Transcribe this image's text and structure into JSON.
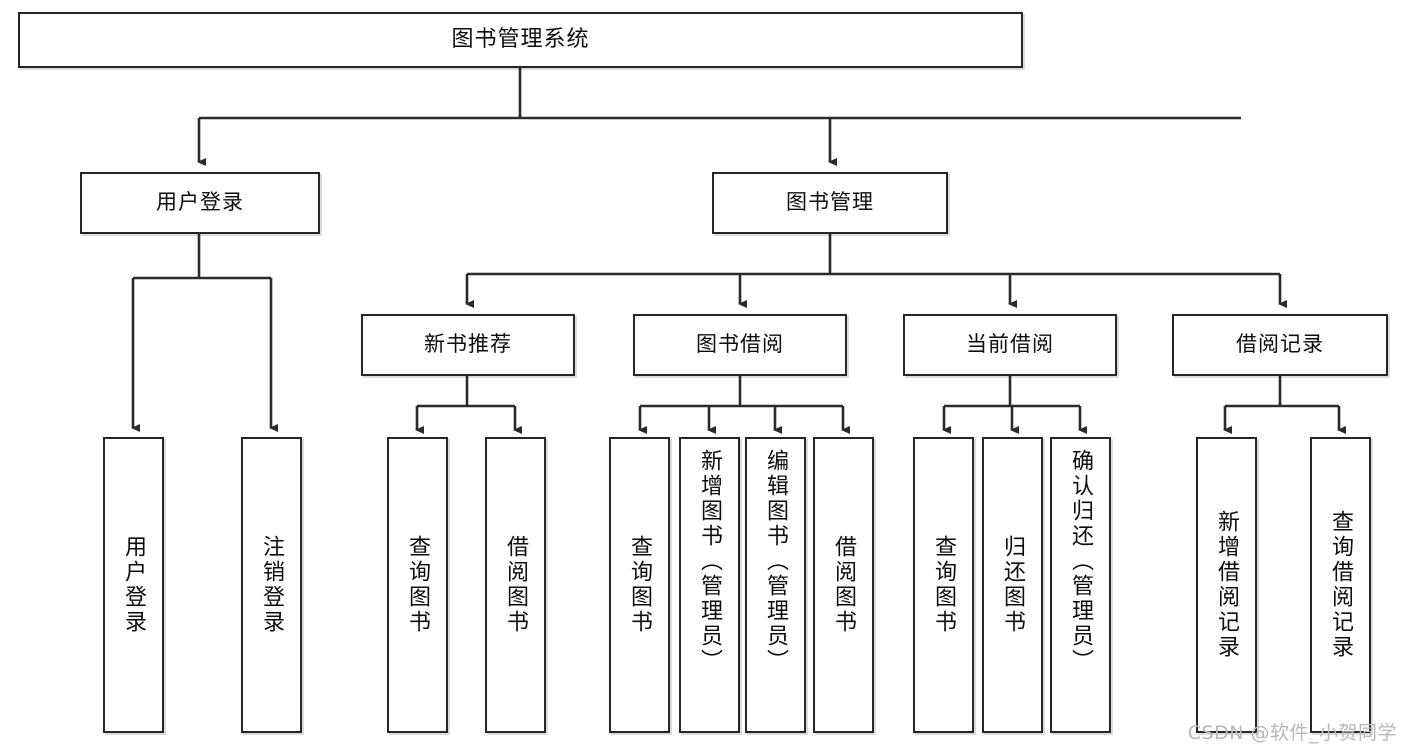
{
  "diagram": {
    "title": "图书管理系统",
    "type": "tree-hierarchy-chart",
    "watermark": "CSDN @软件_小贺同学",
    "colors": {
      "node_border": "#262626",
      "node_fill": "#ffffff",
      "edge": "#2b2b2b",
      "text": "#0d0d0d",
      "watermark": "#b8b8b8"
    },
    "root": {
      "label": "图书管理系统"
    },
    "level2": [
      {
        "id": "user-login",
        "label": "用户登录"
      },
      {
        "id": "book-manage",
        "label": "图书管理"
      }
    ],
    "level3": [
      {
        "id": "new-book-recommend",
        "label": "新书推荐",
        "parent": "book-manage"
      },
      {
        "id": "book-borrow",
        "label": "图书借阅",
        "parent": "book-manage"
      },
      {
        "id": "current-borrow",
        "label": "当前借阅",
        "parent": "book-manage"
      },
      {
        "id": "borrow-record",
        "label": "借阅记录",
        "parent": "book-manage"
      }
    ],
    "leaves": {
      "user-login": [
        {
          "id": "leaf-user-login",
          "label": "用户登录"
        },
        {
          "id": "leaf-user-logout",
          "label": "注销登录"
        }
      ],
      "new-book-recommend": [
        {
          "id": "leaf-query-book-1",
          "label": "查询图书"
        },
        {
          "id": "leaf-borrow-book-1",
          "label": "借阅图书"
        }
      ],
      "book-borrow": [
        {
          "id": "leaf-query-book-2",
          "label": "查询图书"
        },
        {
          "id": "leaf-add-book",
          "label": "新增图书（管理员）"
        },
        {
          "id": "leaf-edit-book",
          "label": "编辑图书（管理员）"
        },
        {
          "id": "leaf-borrow-book-2",
          "label": "借阅图书"
        }
      ],
      "current-borrow": [
        {
          "id": "leaf-query-book-3",
          "label": "查询图书"
        },
        {
          "id": "leaf-return-book",
          "label": "归还图书"
        },
        {
          "id": "leaf-confirm-return",
          "label": "确认归还（管理员）"
        }
      ],
      "borrow-record": [
        {
          "id": "leaf-add-record",
          "label": "新增借阅记录"
        },
        {
          "id": "leaf-query-record",
          "label": "查询借阅记录"
        }
      ]
    }
  }
}
